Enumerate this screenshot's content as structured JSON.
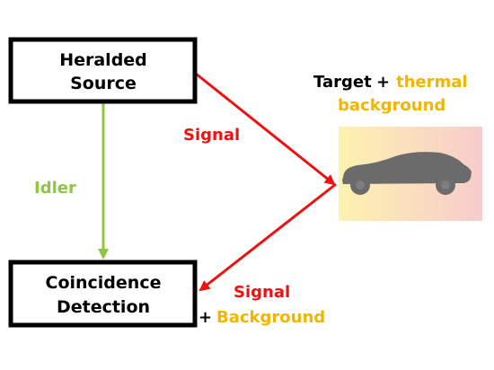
{
  "source_box": {
    "line1": "Heralded",
    "line2": "Source"
  },
  "detection_box": {
    "line1": "Coincidence",
    "line2": "Detection"
  },
  "labels": {
    "signal_out": "Signal",
    "idler": "Idler",
    "signal_return": "Signal",
    "plus_sign": "+",
    "background": "Background"
  },
  "target_title": {
    "target": "Target",
    "plus": "+",
    "thermal": "thermal",
    "background": "background"
  },
  "target_icon": "car-icon",
  "colors": {
    "signal": "#ee1111",
    "idler": "#8dc63f",
    "background_text": "#f2b600",
    "box_border": "#000000",
    "gradient_start": "#fdf2b0",
    "gradient_end": "#f7cccc",
    "car": "#6b6b6b"
  }
}
